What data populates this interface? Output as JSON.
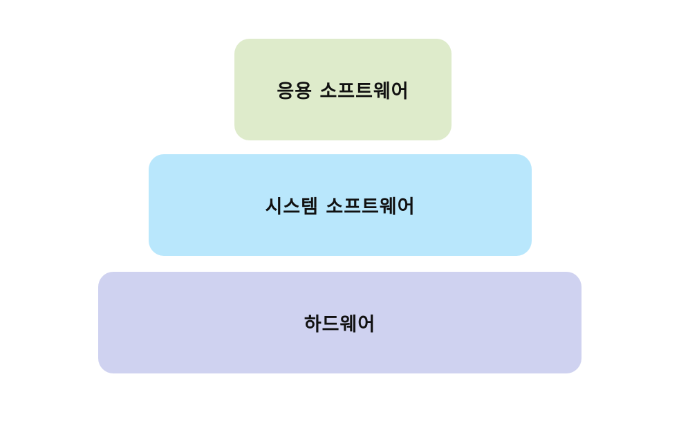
{
  "diagram": {
    "layers": [
      {
        "id": "application-software",
        "label": "응용 소프트웨어",
        "color": "#DEEBCB"
      },
      {
        "id": "system-software",
        "label": "시스템 소프트웨어",
        "color": "#B9E7FC"
      },
      {
        "id": "hardware",
        "label": "하드웨어",
        "color": "#CFD2F0"
      }
    ]
  }
}
